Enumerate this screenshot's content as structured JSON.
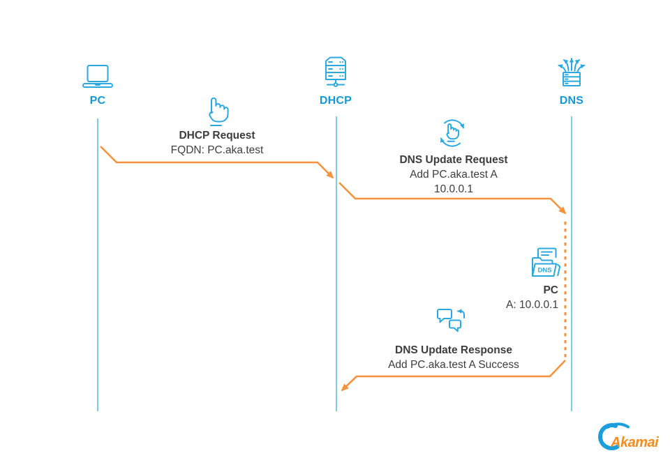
{
  "colors": {
    "accent_blue": "#1599d6",
    "icon_blue": "#2ba8e0",
    "lifeline_blue": "#7fccea",
    "arrow_orange": "#f6923d",
    "text_dark": "#3d3d3d",
    "logo_orange": "#f68b1f",
    "logo_blue": "#1a9ede"
  },
  "actors": [
    {
      "label": "PC",
      "icon": "laptop-icon"
    },
    {
      "label": "DHCP",
      "icon": "server-icon"
    },
    {
      "label": "DNS",
      "icon": "dns-server-icon"
    }
  ],
  "messages": [
    {
      "title": "DHCP Request",
      "line1": "FQDN: PC.aka.test",
      "icon": "tap-hand-icon",
      "from": "PC",
      "to": "DHCP"
    },
    {
      "title": "DNS Update Request",
      "line1": "Add PC.aka.test A",
      "line2": "10.0.0.1",
      "icon": "update-hand-icon",
      "from": "DHCP",
      "to": "DNS"
    },
    {
      "title": "DNS Update Response",
      "line1": "Add PC.aka.test A Success",
      "icon": "chat-reply-icon",
      "from": "DNS",
      "to": "DHCP"
    }
  ],
  "record": {
    "title": "PC",
    "value": "A: 10.0.0.1",
    "folder_label": "DNS",
    "icon": "dns-folder-icon"
  },
  "logo": {
    "text": "Akamai"
  }
}
